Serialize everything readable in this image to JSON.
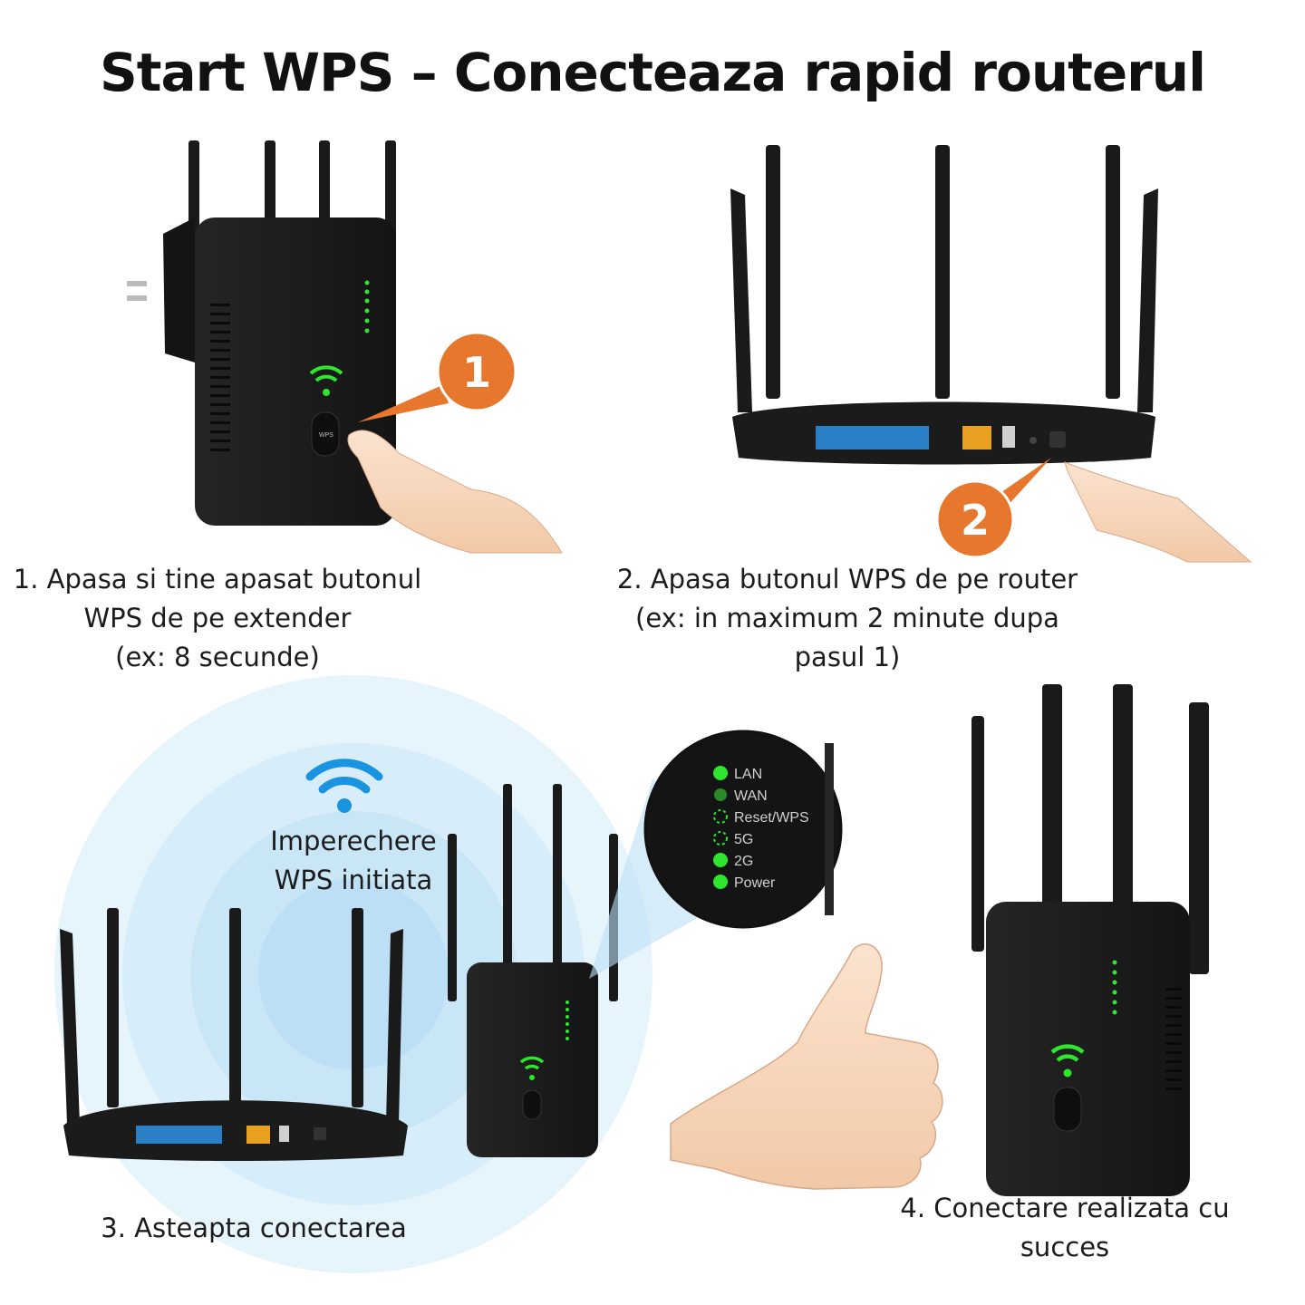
{
  "title": "Start WPS – Conecteaza rapid routerul",
  "steps": [
    {
      "badge": "1",
      "lines": [
        "1. Apasa si tine apasat butonul",
        "WPS de pe extender",
        "(ex: 8 secunde)"
      ]
    },
    {
      "badge": "2",
      "lines": [
        "2. Apasa butonul WPS de pe router",
        "(ex: in maximum 2 minute dupa",
        "pasul 1)"
      ]
    },
    {
      "lines": [
        "3. Asteapta conectarea"
      ]
    },
    {
      "lines": [
        "4. Conectare realizata cu",
        "succes"
      ]
    }
  ],
  "pairing_label": [
    "Imperechere",
    "WPS initiata"
  ],
  "zoom_leds": [
    "LAN",
    "WAN",
    "Reset/WPS",
    "5G",
    "2G",
    "Power"
  ],
  "device_button_label": "WPS",
  "colors": {
    "led_green": "#2ee62e",
    "badge_orange": "#e8772e",
    "device_black": "#1b1b1b",
    "wave_blue": "#bfe3f7",
    "wifi_blue": "#1a93e0",
    "port_blue": "#2a7fc7",
    "port_orange": "#e8a020"
  }
}
